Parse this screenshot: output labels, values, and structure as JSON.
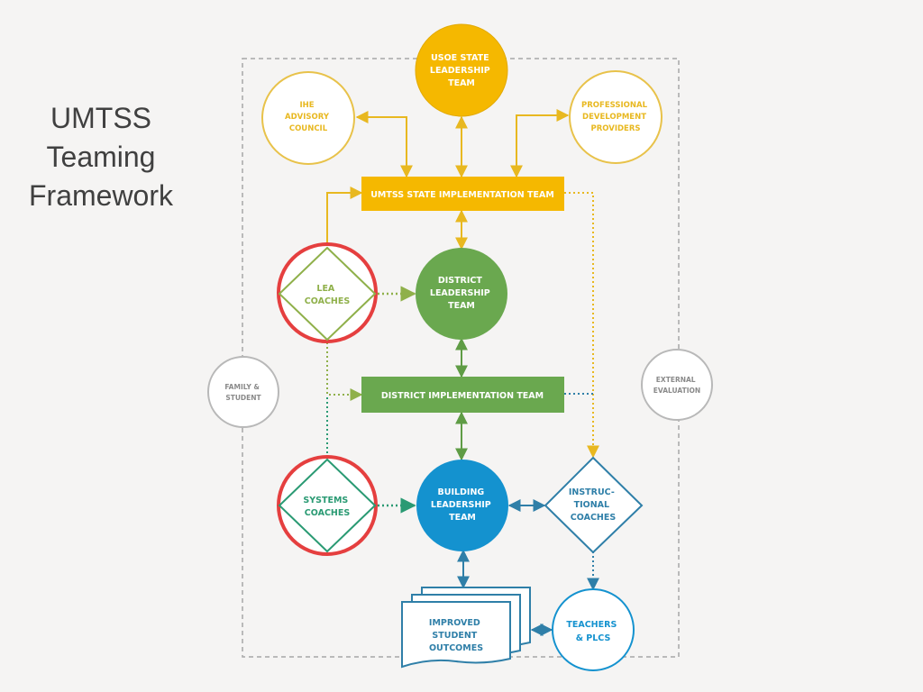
{
  "title": {
    "lines": [
      "UMTSS",
      "Teaming",
      "Framework"
    ]
  },
  "nodes": {
    "usoe": {
      "lines": [
        "USOE STATE",
        "LEADERSHIP",
        "TEAM"
      ]
    },
    "ihe": {
      "lines": [
        "IHE",
        "ADVISORY",
        "COUNCIL"
      ]
    },
    "pdp": {
      "lines": [
        "PROFESSIONAL",
        "DEVELOPMENT",
        "PROVIDERS"
      ]
    },
    "state_impl": {
      "lines": [
        "UMTSS STATE IMPLEMENTATION TEAM"
      ]
    },
    "lea": {
      "lines": [
        "LEA",
        "COACHES"
      ]
    },
    "district_lead": {
      "lines": [
        "DISTRICT",
        "LEADERSHIP",
        "TEAM"
      ]
    },
    "family": {
      "lines": [
        "FAMILY &",
        "STUDENT"
      ]
    },
    "external": {
      "lines": [
        "EXTERNAL",
        "EVALUATION"
      ]
    },
    "district_impl": {
      "lines": [
        "DISTRICT IMPLEMENTATION TEAM"
      ]
    },
    "systems": {
      "lines": [
        "SYSTEMS",
        "COACHES"
      ]
    },
    "building": {
      "lines": [
        "BUILDING",
        "LEADERSHIP",
        "TEAM"
      ]
    },
    "instructional": {
      "lines": [
        "INSTRUC-",
        "TIONAL",
        "COACHES"
      ]
    },
    "outcomes": {
      "lines": [
        "IMPROVED",
        "STUDENT",
        "OUTCOMES"
      ]
    },
    "teachers": {
      "lines": [
        "TEACHERS",
        "& PLCS"
      ]
    }
  },
  "colors": {
    "yellow": "#f5b800",
    "yellow_light": "#e8c24a",
    "green": "#6aa84f",
    "green_light": "#8fb04a",
    "teal": "#2a9a73",
    "blue": "#1492cf",
    "blue_dark": "#2f7fa8",
    "gray": "#b8b8b8",
    "red": "#e53f3f",
    "gray_text": "#8a8a8a"
  }
}
